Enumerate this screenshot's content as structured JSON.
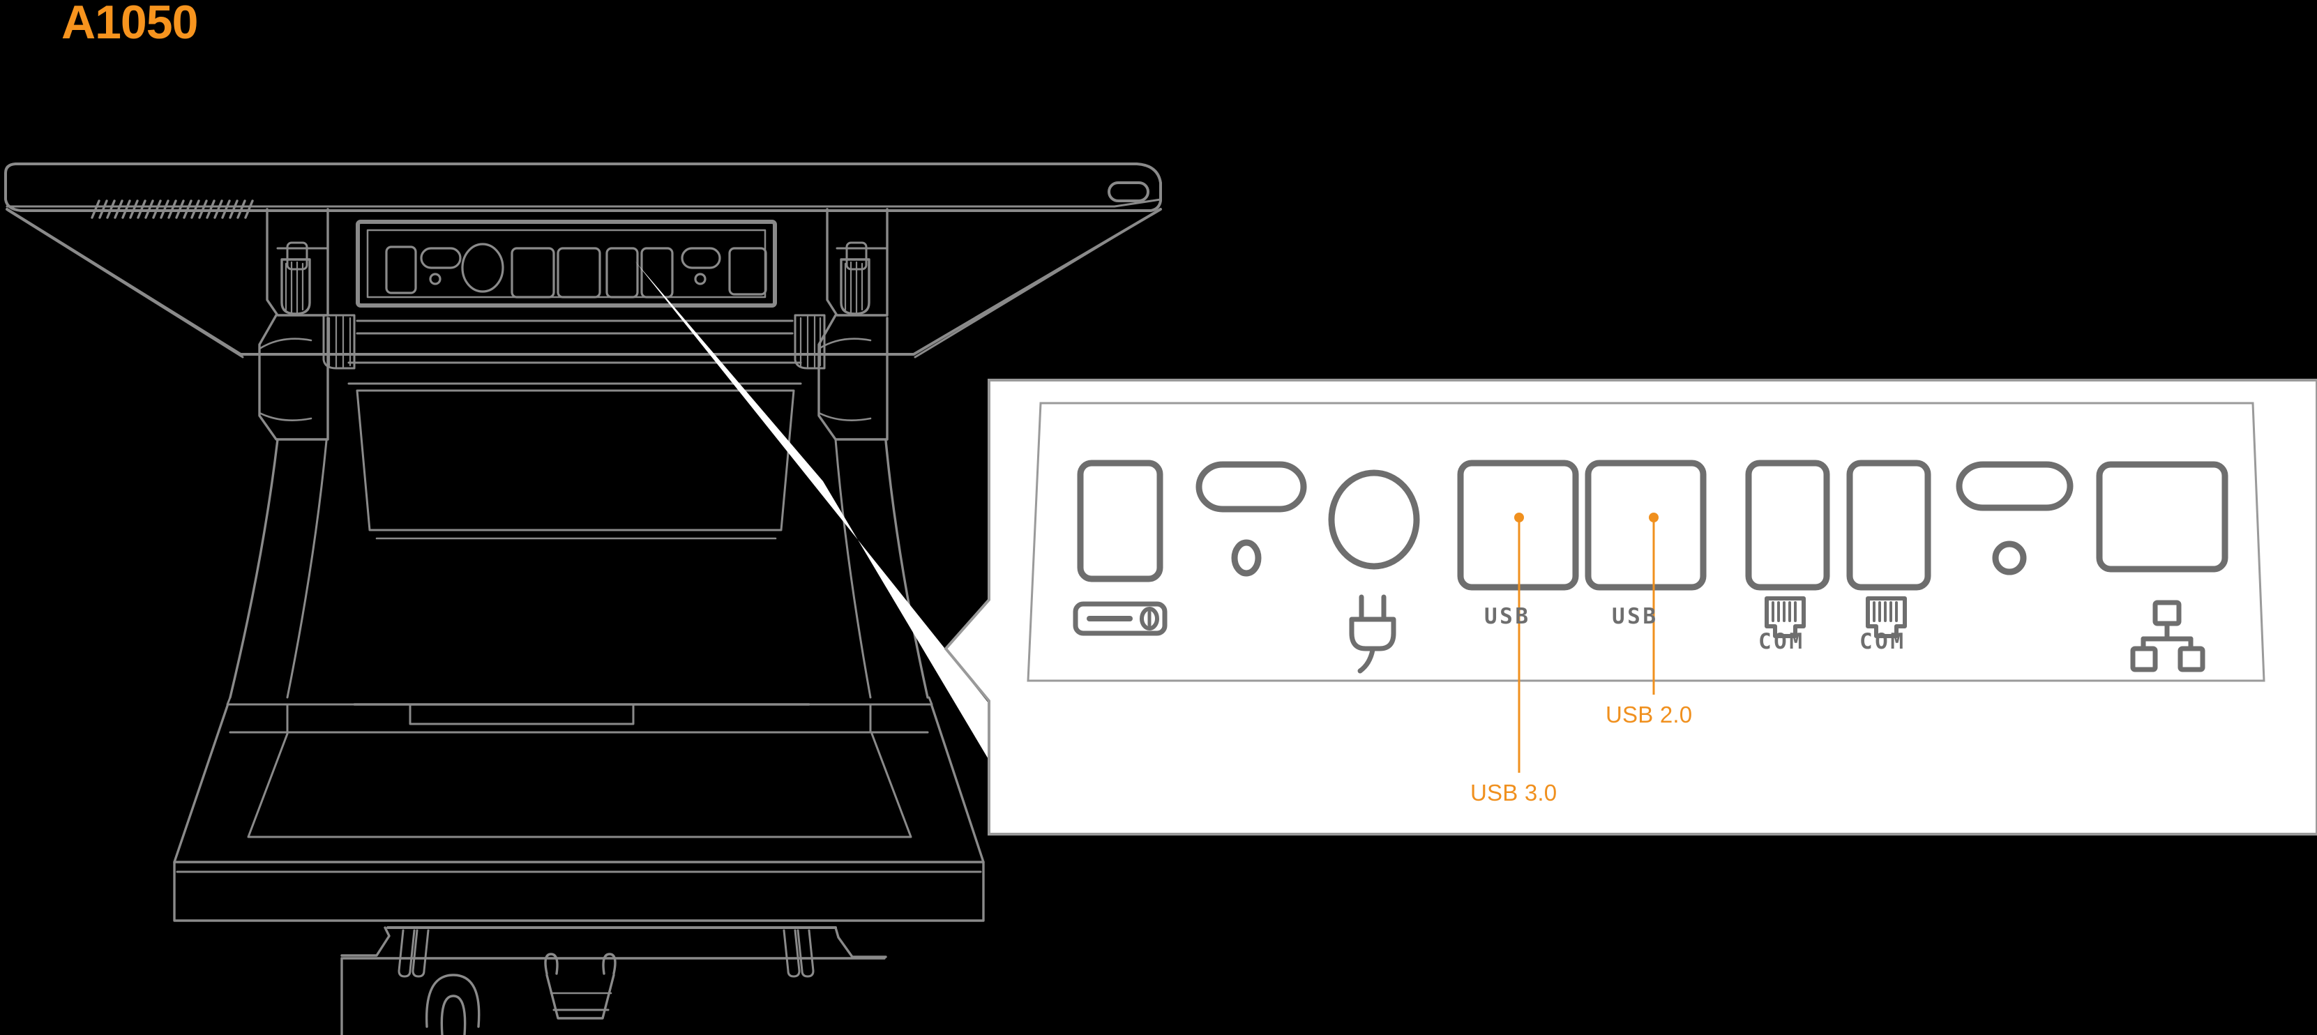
{
  "title": {
    "model": "A1050",
    "color": "#F7941E"
  },
  "theme": {
    "background": "#000000",
    "panel_background": "#FFFFFF",
    "line_color": "#6E6E6E",
    "device_line_color": "#8A8A8A",
    "accent": "#F0901E",
    "pointer_color": "#FFFFFF"
  },
  "device": {
    "name": "A1050 POS terminal rear view with stand",
    "features": [
      "rear-vent-slots",
      "top-rounded-slot",
      "port-bay-recess",
      "left-hinge-knob",
      "right-hinge-knob",
      "hinge-shaft",
      "stand-column",
      "stand-base"
    ]
  },
  "peripheral": {
    "name": "cash-drawer",
    "features": [
      "keyhole-lock",
      "cable-latch",
      "side-notch"
    ]
  },
  "pointer": {
    "name": "zoom-pointer-wedge",
    "from": "port-bay",
    "to": "detail-panel"
  },
  "detail_panel": {
    "name": "io-port-detail-panel",
    "ports": [
      {
        "id": "port-sd-slot",
        "label": "",
        "icon": "power-switch-icon",
        "shape": "tall-rounded-rect"
      },
      {
        "id": "port-audio",
        "label": "",
        "icon": "",
        "shape": "pill-with-dot"
      },
      {
        "id": "port-power",
        "label": "",
        "icon": "plug-icon",
        "shape": "circle"
      },
      {
        "id": "port-usb-3-0",
        "label": "USB",
        "icon": "",
        "shape": "square-rounded"
      },
      {
        "id": "port-usb-2-0",
        "label": "USB",
        "icon": "",
        "shape": "square-rounded"
      },
      {
        "id": "port-com-1",
        "label": "COM",
        "icon": "rj-connector-icon",
        "shape": "tall-rounded-rect"
      },
      {
        "id": "port-com-2",
        "label": "COM",
        "icon": "rj-connector-icon",
        "shape": "tall-rounded-rect"
      },
      {
        "id": "port-cash-drawer",
        "label": "",
        "icon": "",
        "shape": "pill-with-dot"
      },
      {
        "id": "port-lan",
        "label": "",
        "icon": "network-icon",
        "shape": "wide-rounded-rect"
      }
    ],
    "captions": {
      "usb_1": "USB",
      "usb_2": "USB",
      "com_1": "COM",
      "com_2": "COM"
    },
    "callouts": [
      {
        "id": "callout-usb-3-0",
        "text": "USB 3.0",
        "target": "port-usb-3-0"
      },
      {
        "id": "callout-usb-2-0",
        "text": "USB 2.0",
        "target": "port-usb-2-0"
      }
    ]
  }
}
